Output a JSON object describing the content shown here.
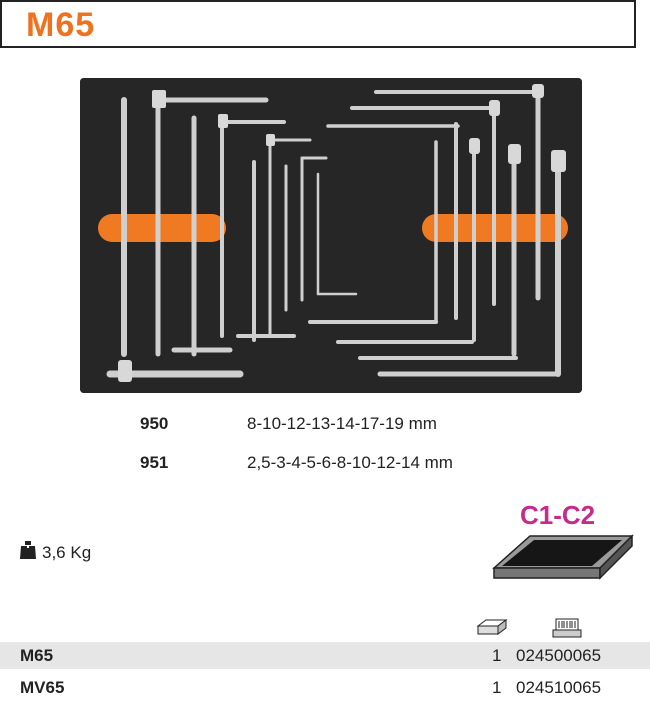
{
  "header": {
    "title": "M65"
  },
  "specs": [
    {
      "code": "950",
      "sizes": "8-10-12-13-14-17-19 mm"
    },
    {
      "code": "951",
      "sizes": "2,5-3-4-5-6-8-10-12-14 mm"
    }
  ],
  "weight": {
    "icon": "weight-icon",
    "value": "3,6 Kg"
  },
  "tray": {
    "label": "C1-C2"
  },
  "order_icons": [
    "tray-icon",
    "barcode-icon"
  ],
  "products": [
    {
      "code": "M65",
      "qty": "1",
      "number": "024500065"
    },
    {
      "code": "MV65",
      "qty": "1",
      "number": "024510065"
    }
  ],
  "colors": {
    "accent": "#ee7321",
    "tray_label": "#c72a8c"
  }
}
